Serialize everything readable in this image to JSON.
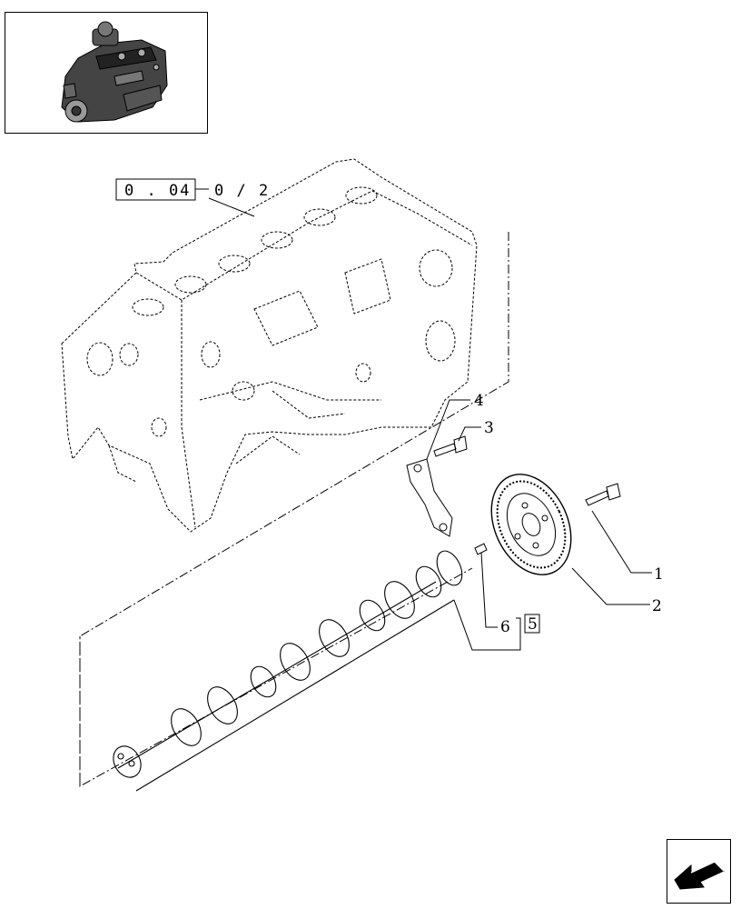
{
  "figure": {
    "reference_box": "0 . 04",
    "reference_suffix": "0 / 2",
    "callouts": [
      "1",
      "2",
      "3",
      "4",
      "5",
      "6"
    ]
  },
  "colors": {
    "line": "#000000",
    "background": "#ffffff"
  },
  "icons": {
    "thumbnail": "engine-thumbnail-icon",
    "navigation": "next-page-arrow-icon"
  }
}
